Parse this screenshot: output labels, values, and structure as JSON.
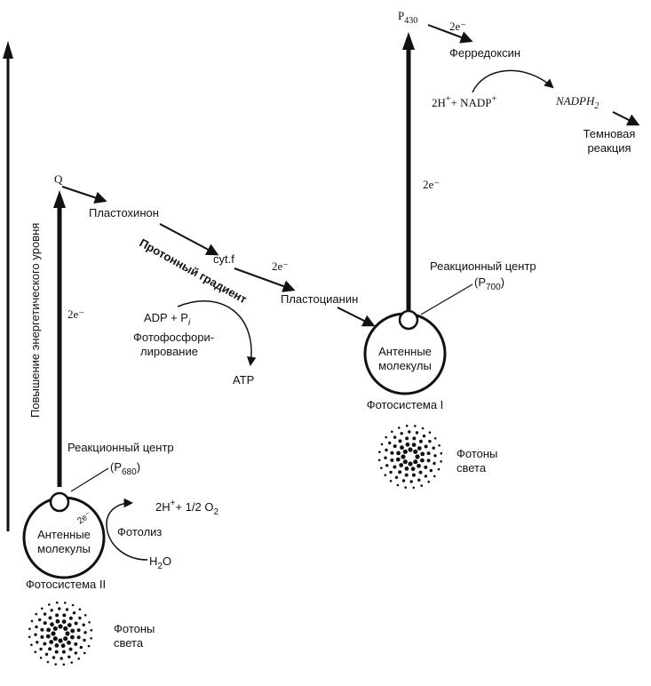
{
  "axis": {
    "label": "Повышение энергетического уровня"
  },
  "photosystem2": {
    "acceptor": "Q",
    "electrons": "2e⁻",
    "reaction_center": "Реакционный центр",
    "pigment": "(P",
    "pigment_sub": "680",
    "pigment_close": ")",
    "antenna_line1": "Антенные",
    "antenna_line2": "молекулы",
    "name": "Фотосистема II",
    "photolysis": "Фотолиз",
    "photolysis_e": "2e⁻",
    "water": "H",
    "water_sub": "2",
    "water_o": "O",
    "products": "2H",
    "products_plus": "+",
    "products_rest": "+ 1/2 O",
    "products_sub": "2",
    "photons_line1": "Фотоны",
    "photons_line2": "света"
  },
  "transport": {
    "plastoquinone": "Пластохинон",
    "cytf": "cyt.f",
    "electrons": "2e⁻",
    "plastocyanin": "Пластоцианин",
    "gradient": "Протонный градиент",
    "adp": "ADP + P",
    "adp_sub": "i",
    "phospho_line1": "Фотофосфори-",
    "phospho_line2": "лирование",
    "atp": "ATP"
  },
  "photosystem1": {
    "acceptor": "P",
    "acceptor_sub": "430",
    "electrons_top": "2e⁻",
    "electrons_axis": "2e⁻",
    "ferredoxin": "Ферредоксин",
    "proton_nadp": "2H",
    "proton_plus": "+",
    "nadp": "+ NADP",
    "nadp_plus": "+",
    "nadph": "NADPH",
    "nadph_sub": "2",
    "dark_line1": "Темновая",
    "dark_line2": "реакция",
    "reaction_center": "Реакционный центр",
    "pigment": "(P",
    "pigment_sub": "700",
    "pigment_close": ")",
    "antenna_line1": "Антенные",
    "antenna_line2": "молекулы",
    "name": "Фотосистема I",
    "photons_line1": "Фотоны",
    "photons_line2": "света"
  },
  "colors": {
    "ink": "#111111",
    "background": "#ffffff"
  }
}
